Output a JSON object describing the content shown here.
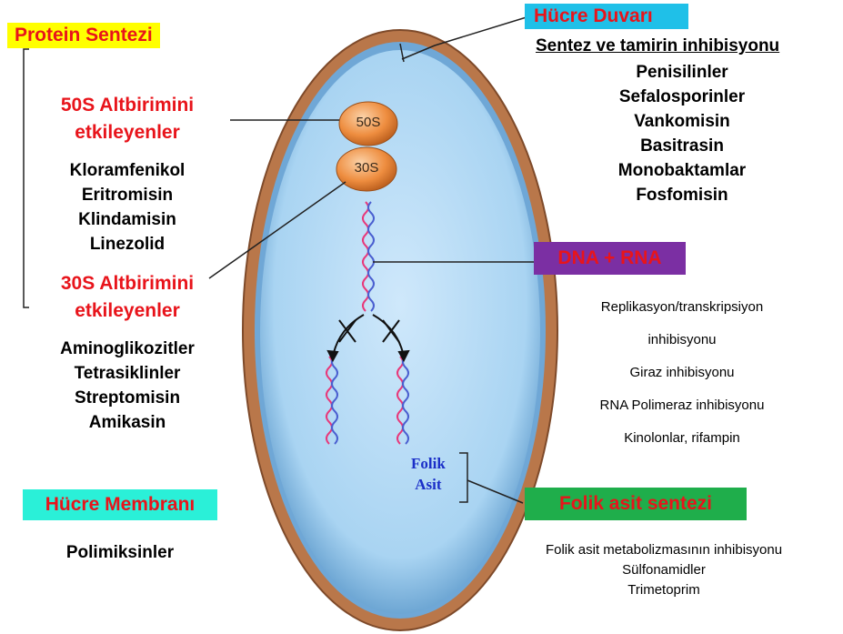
{
  "protein": {
    "title": "Protein Sentezi",
    "s50_line1": "50S Altbirimini",
    "s50_line2": "etkileyenler",
    "s50_drugs": [
      "Kloramfenikol",
      "Eritromisin",
      "Klindamisin",
      "Linezolid"
    ],
    "s30_line1": "30S Altbirimini",
    "s30_line2": "etkileyenler",
    "s30_drugs": [
      "Aminoglikozitler",
      "Tetrasiklinler",
      "Streptomisin",
      "Amikasin"
    ]
  },
  "wall": {
    "title": "Hücre Duvarı",
    "subtitle": "Sentez ve tamirin inhibisyonu",
    "drugs": [
      "Penisilinler",
      "Sefalosporinler",
      "Vankomisin",
      "Basitrasin",
      "Monobaktamlar",
      "Fosfomisin"
    ]
  },
  "dna": {
    "title": "DNA + RNA",
    "lines": [
      "Replikasyon/transkripsiyon",
      "inhibisyonu",
      "Giraz inhibisyonu",
      "RNA Polimeraz inhibisyonu",
      "Kinolonlar, rifampin"
    ]
  },
  "membrane": {
    "title": "Hücre Membranı",
    "drug": "Polimiksinler"
  },
  "folate": {
    "title": "Folik asit sentezi",
    "lines": [
      "Folik asit metabolizmasının inhibisyonu",
      "Sülfonamidler",
      "Trimetoprim"
    ],
    "cell_label_1": "Folik",
    "cell_label_2": "Asit"
  },
  "ribosome": {
    "large": "50S",
    "small": "30S"
  },
  "colors": {
    "yellow_box": "#ffff00",
    "cyan_box": "#1fc0e8",
    "purple_box": "#7b2fa3",
    "teal_box": "#2af0d8",
    "green_box": "#1fae4b",
    "title_red": "#e8141b",
    "cell_wall": "#b9774a",
    "cytoplasm": "#a9d4f2",
    "ribosome": "#e8853a",
    "folik_blue": "#1b2fc8"
  }
}
